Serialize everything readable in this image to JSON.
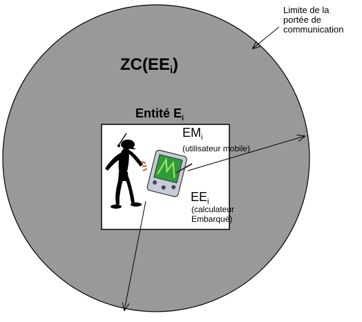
{
  "zone": {
    "label": "ZC(EE",
    "sub": "i",
    "close": ")"
  },
  "entity": {
    "label": "Entité E",
    "sub": "i"
  },
  "mobile_user": {
    "label": "EM",
    "sub": "i",
    "description": "(utilisateur mobile)"
  },
  "embedded_computer": {
    "label": "EE",
    "sub": "i",
    "description_lines": [
      "(calculateur",
      "Embarqué)"
    ]
  },
  "range_limit": {
    "lines": [
      "Limite de la",
      "portée de",
      "communication"
    ]
  }
}
